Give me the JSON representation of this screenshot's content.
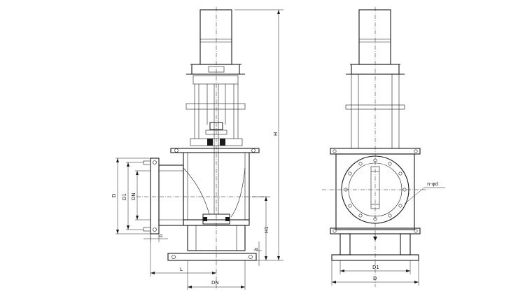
{
  "labels": {
    "h": "H",
    "h1": "H1",
    "d_left": "D",
    "d1_left": "D1",
    "dn_left": "DN",
    "b_small": "b",
    "b_flange": "b",
    "l": "L",
    "dn_bottom": "DN",
    "n_phi_d": "n-φd",
    "d1_right": "D1",
    "d_right": "D"
  }
}
